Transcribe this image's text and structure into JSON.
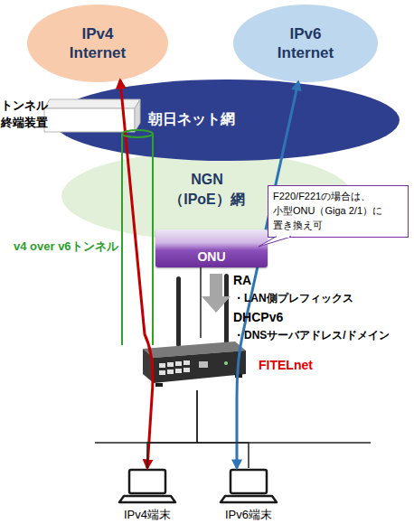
{
  "diagram": {
    "nodes": [
      {
        "text": [
          "IPv4 Internet"
        ]
      },
      {
        "text": [
          "IPv6 Internet"
        ]
      },
      {
        "text": [
          "朝日ネット網"
        ]
      },
      {
        "text": [
          "トンネル 終端装置"
        ]
      },
      {
        "text": [
          "NGN （IPoE）網"
        ]
      },
      {
        "text": [
          "F220/F221の場合は、 小型ONU（Giga 2/1）に 置き換え可"
        ]
      },
      {
        "text": [
          "ONU"
        ]
      },
      {
        "text": [
          "FITELnet"
        ]
      },
      {
        "text": [
          "IPv4端末"
        ]
      },
      {
        "text": [
          "IPv6端末"
        ]
      }
    ],
    "edges": [
      {
        "from": 8,
        "to": 0,
        "arrow": "both"
      },
      {
        "from": 9,
        "to": 1,
        "arrow": "both"
      },
      {
        "from": 3,
        "to": 7,
        "arrow": "none"
      },
      {
        "from": 6,
        "to": 7,
        "arrow": "none"
      },
      {
        "from": 7,
        "to": 8,
        "arrow": "none"
      },
      {
        "from": 7,
        "to": 9,
        "arrow": "none"
      }
    ],
    "labels": [
      "v4 over v6トンネル",
      "RA",
      "・LAN側プレフィックス",
      "DHCPv6",
      "・DNSサーバアドレス/ドメイン"
    ]
  }
}
